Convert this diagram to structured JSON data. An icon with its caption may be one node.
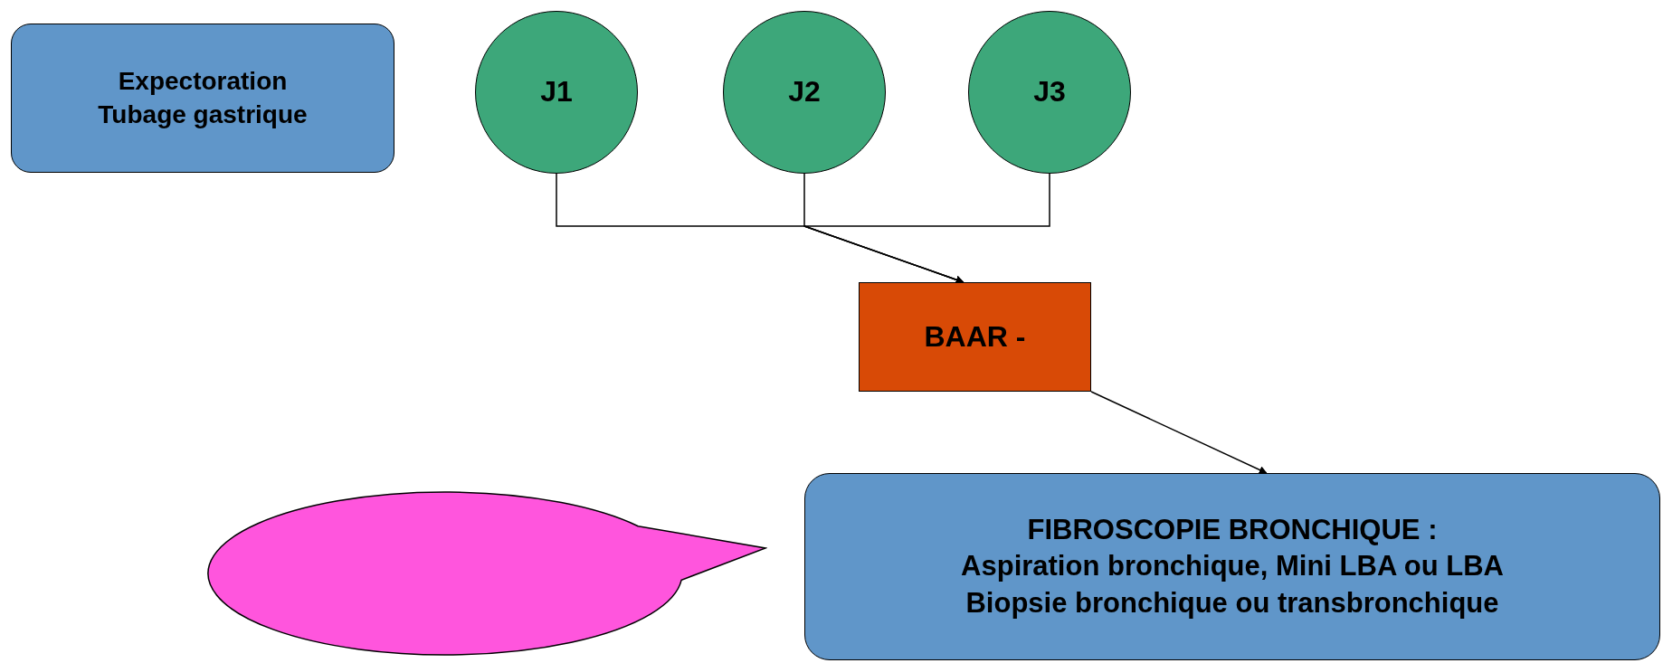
{
  "diagram": {
    "nodes": [
      {
        "text": [
          "Expectoration Tubage gastrique"
        ]
      },
      {
        "text": [
          "J1"
        ]
      },
      {
        "text": [
          "J2"
        ]
      },
      {
        "text": [
          "J3"
        ]
      },
      {
        "text": [
          "BAAR -"
        ]
      },
      {
        "text": [
          "FIBROSCOPIE BRONCHIQUE :",
          "Aspiration bronchique, Mini LBA ou LBA",
          "Biopsie bronchique ou transbronchique"
        ]
      },
      {
        "text": [],
        "shape": "bubble"
      }
    ],
    "edges": [
      {
        "from": 1,
        "to": 4,
        "arrow": "to"
      },
      {
        "from": 2,
        "to": 4,
        "arrow": "to"
      },
      {
        "from": 3,
        "to": 4,
        "arrow": "to"
      },
      {
        "from": 4,
        "to": 5,
        "arrow": "to"
      }
    ]
  }
}
